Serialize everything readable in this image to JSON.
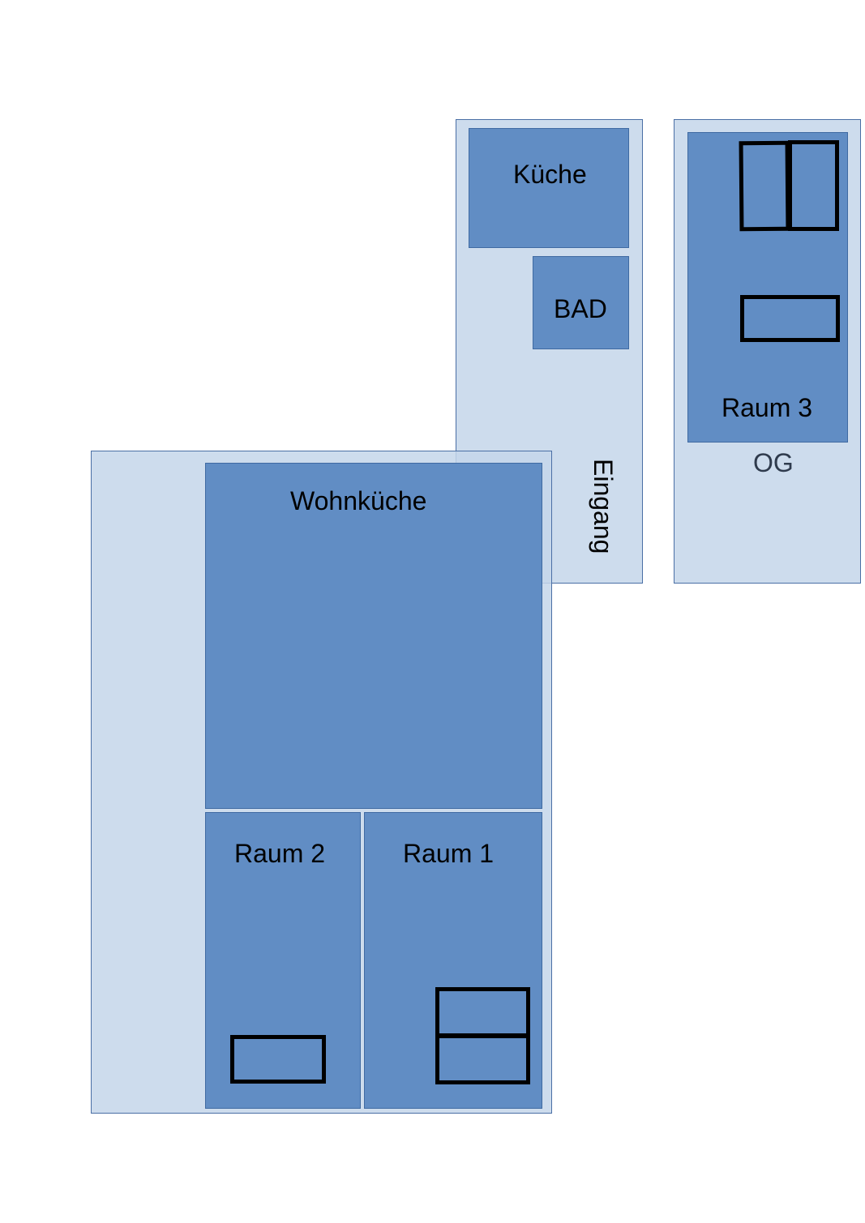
{
  "zones": {
    "hallway": {
      "label": "Eingang"
    },
    "upper_floor": {
      "label": "OG"
    }
  },
  "rooms": {
    "kitchen": {
      "label": "Küche"
    },
    "bath": {
      "label": "BAD"
    },
    "room3": {
      "label": "Raum 3"
    },
    "living_kitchen": {
      "label": "Wohnküche"
    },
    "room2": {
      "label": "Raum 2"
    },
    "room1": {
      "label": "Raum 1"
    }
  },
  "colors": {
    "zone_fill": "#cfdeee",
    "room_fill": "#618dc4",
    "outline": "#4a6fa5",
    "furniture": "#000000"
  }
}
